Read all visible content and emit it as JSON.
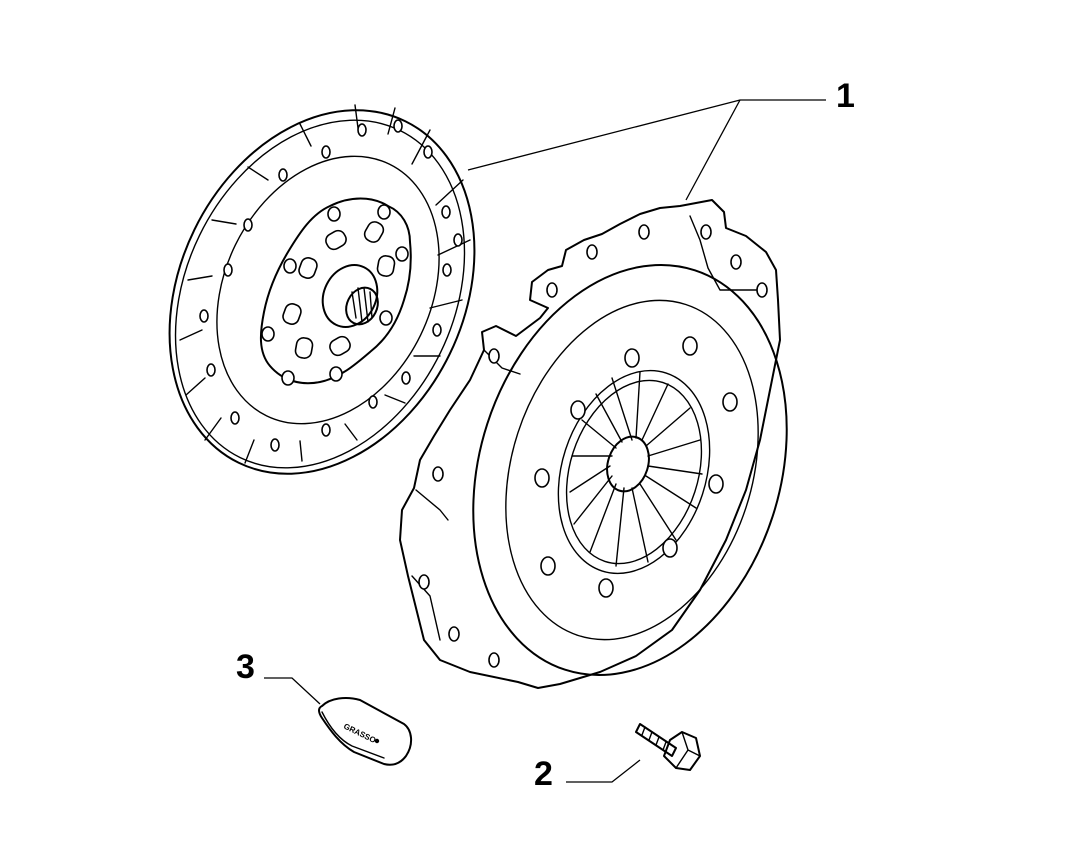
{
  "callouts": [
    {
      "id": "1",
      "label": "1"
    },
    {
      "id": "2",
      "label": "2"
    },
    {
      "id": "3",
      "label": "3"
    }
  ],
  "parts": {
    "grease_tube_label": "GRASSO"
  }
}
